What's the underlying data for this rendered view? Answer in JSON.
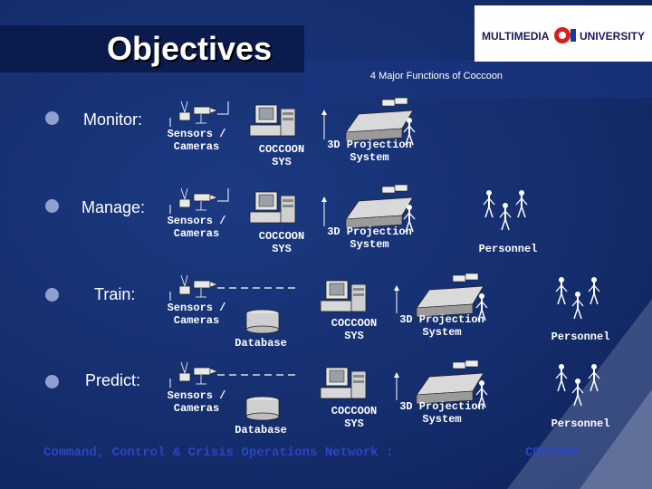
{
  "title": "Objectives",
  "subtitle": "4 Major Functions of Coccoon",
  "logo": {
    "left_text": "MULTIMEDIA",
    "right_text": "UNIVERSITY"
  },
  "rows": [
    {
      "label": "Monitor:",
      "sensors": "Sensors /\nCameras",
      "sys": "COCCOON\nSYS",
      "projection": "3D Projection\nSystem"
    },
    {
      "label": "Manage:",
      "sensors": "Sensors /\nCameras",
      "sys": "COCCOON\nSYS",
      "projection": "3D Projection\nSystem",
      "personnel": "Personnel"
    },
    {
      "label": "Train:",
      "sensors": "Sensors /\nCameras",
      "database": "Database",
      "sys": "COCCOON\nSYS",
      "projection": "3D Projection\nSystem",
      "personnel": "Personnel"
    },
    {
      "label": "Predict:",
      "sensors": "Sensors /\nCameras",
      "database": "Database",
      "sys": "COCCOON\nSYS",
      "projection": "3D Projection\nSystem",
      "personnel": "Personnel"
    }
  ],
  "footer": {
    "left": "Command, Control & Crisis Operations Network :",
    "right": "COCCOON"
  }
}
